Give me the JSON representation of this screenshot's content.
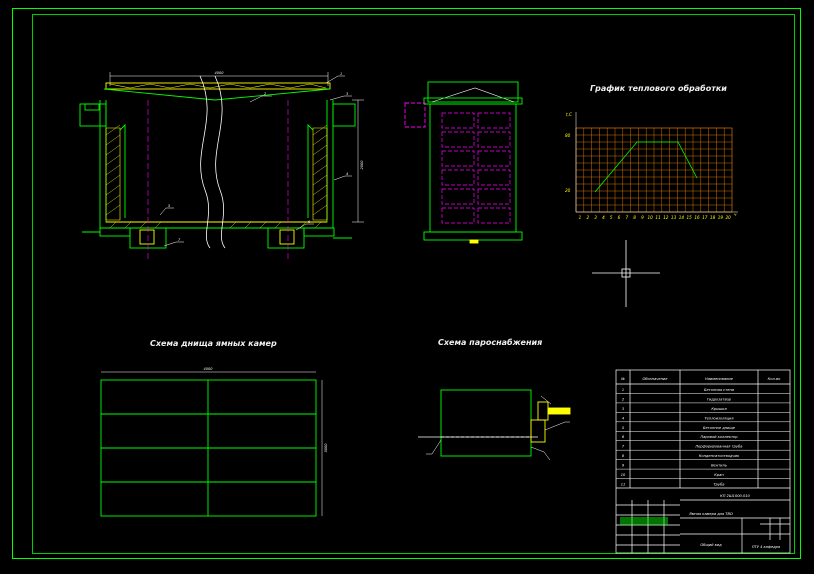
{
  "sheet": {
    "frame_color": "#00ff00",
    "background": "#000000"
  },
  "titles": {
    "graph": "График теплового обработки",
    "plan": "Схема днища ямных камер",
    "steam": "Схема пароснабжения"
  },
  "graph": {
    "y_ticks": [
      "t,C",
      "80",
      "20"
    ],
    "x_ticks": [
      "1",
      "2",
      "3",
      "4",
      "5",
      "6",
      "7",
      "8",
      "9",
      "10",
      "11",
      "12",
      "13",
      "14",
      "15",
      "16",
      "17",
      "18",
      "19",
      "20"
    ],
    "x_unit": "ч",
    "grid_color": "#ff8a00",
    "line_color": "#00ff00"
  },
  "dims": {
    "top_width": "4000",
    "right_height": "2000",
    "plan_width": "4000",
    "plan_height": "3000"
  },
  "leaders": [
    "1",
    "2",
    "3",
    "4",
    "5",
    "6",
    "7"
  ],
  "spec_table": {
    "headers": [
      "№",
      "Обозначение",
      "Наименование",
      "Кол-во"
    ],
    "rows": [
      {
        "n": "1",
        "name": "Бетонная стена"
      },
      {
        "n": "2",
        "name": "Гидрозатвор"
      },
      {
        "n": "3",
        "name": "Крышка"
      },
      {
        "n": "4",
        "name": "Теплоизоляция"
      },
      {
        "n": "5",
        "name": "Бетонное днище"
      },
      {
        "n": "6",
        "name": "Паровой коллектор"
      },
      {
        "n": "7",
        "name": "Перфорированная труба"
      },
      {
        "n": "8",
        "name": "Конденсатоотводчик"
      },
      {
        "n": "9",
        "name": "Вентиль"
      },
      {
        "n": "10",
        "name": "Кран"
      },
      {
        "n": "11",
        "name": "Труба"
      }
    ]
  },
  "title_block": {
    "code": "КП 2Ш1000.010",
    "project": "Ямная камера для ТВО",
    "sheet_name": "Общий вид",
    "org": "ПТУ 4 кафедра"
  }
}
